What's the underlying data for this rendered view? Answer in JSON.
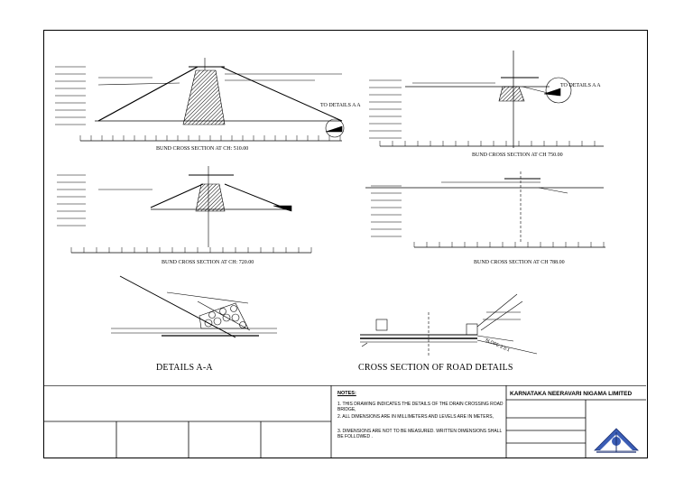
{
  "sections": {
    "ch510": {
      "caption": "BUND CROSS SECTION AT CH: 510.00",
      "detail_label": "TO DETAILS A A"
    },
    "ch750": {
      "caption": "BUND CROSS SECTION AT CH 750.00",
      "detail_label": "TO DETAILS A A"
    },
    "ch720": {
      "caption": "BUND CROSS SECTION AT CH: 720.00"
    },
    "ch788": {
      "caption": "BUND CROSS SECTION AT CH 788.00"
    }
  },
  "details": {
    "details_aa_title": "DETAILS A-A",
    "road_title": "CROSS SECTION OF  ROAD DETAILS",
    "slope_label": "SLOPE 2.5:1"
  },
  "title_block": {
    "notes_heading": "NOTES:",
    "notes": [
      "1. THIS DRAWING INDICATES THE DETAILS OF THE DRAIN CROSSING ROAD BRIDGE,",
      "2. ALL DIMENSIONS ARE IN MILLIMETERS AND LEVELS ARE IN METERS,",
      "3. DIMENSIONS ARE NOT TO BE MEASURED. WRITTEN DIMENSIONS SHALL BE FOLLOWED ."
    ],
    "company": "KARNATAKA NEERAVARI NIGAMA LIMITED"
  },
  "colors": {
    "ink": "#000000",
    "logo_blue": "#3b5db5"
  }
}
